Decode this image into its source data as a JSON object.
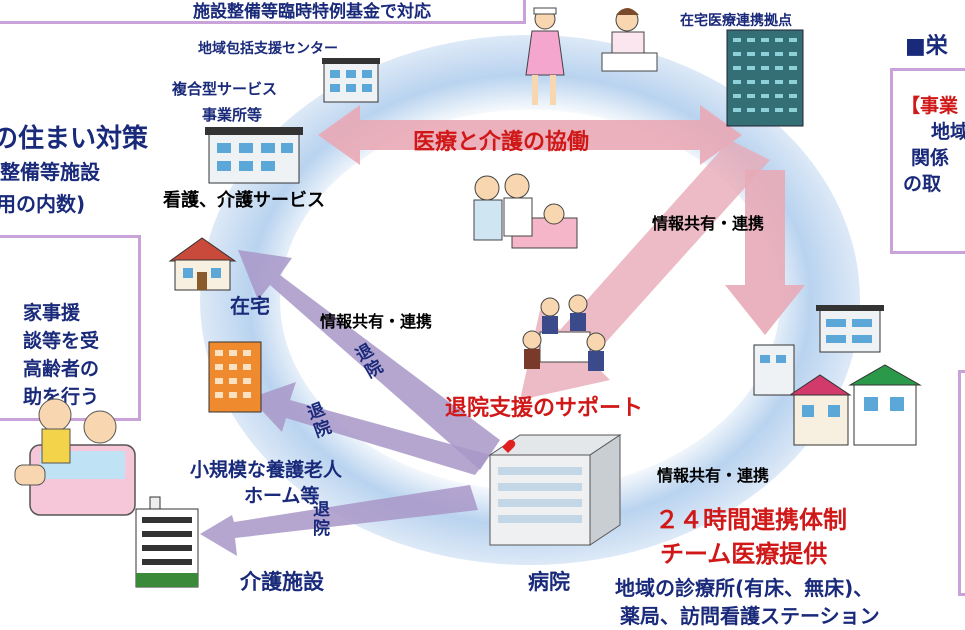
{
  "top_left_banner": "施設整備等臨時特例基金で対応",
  "left_heading": "の住まい対策",
  "left_sub1": "整備等施設",
  "left_sub2": "用の内数)",
  "left_box_lines": [
    "家事援",
    "談等を受",
    "高齢者の",
    "助を行う"
  ],
  "labels": {
    "chiiki_houkatsu": "地域包括支援センター",
    "fukugou_line1": "複合型サービス",
    "fukugou_line2": "事業所等",
    "zaitaku_renkei": "在宅医療連携拠点",
    "iryou_kaigo": "医療と介護の協働",
    "kango_kaigo": "看護、介護サービス",
    "zaitaku": "在宅",
    "joho_top": "情報共有・連携",
    "joho_mid": "情報共有・連携",
    "joho_bottom": "情報共有・連携",
    "taiin1": "退院",
    "taiin2": "退院",
    "taiin3": "退院",
    "taiin_support": "退院支援のサポート",
    "shoukibo_line1": "小規模な養護老人",
    "shoukibo_line2": "ホーム等",
    "kaigo_shisetsu": "介護施設",
    "byouin": "病院",
    "renkei_24": "２４時間連携体制",
    "team_iryou": "チーム医療提供",
    "clinic_line1": "地域の診療所(有床、無床)、",
    "clinic_line2": "薬局、訪問看護ステーション"
  },
  "right_heading": "■栄",
  "right_box_lines": [
    "【事業",
    "地域",
    "関係",
    "の取"
  ]
}
